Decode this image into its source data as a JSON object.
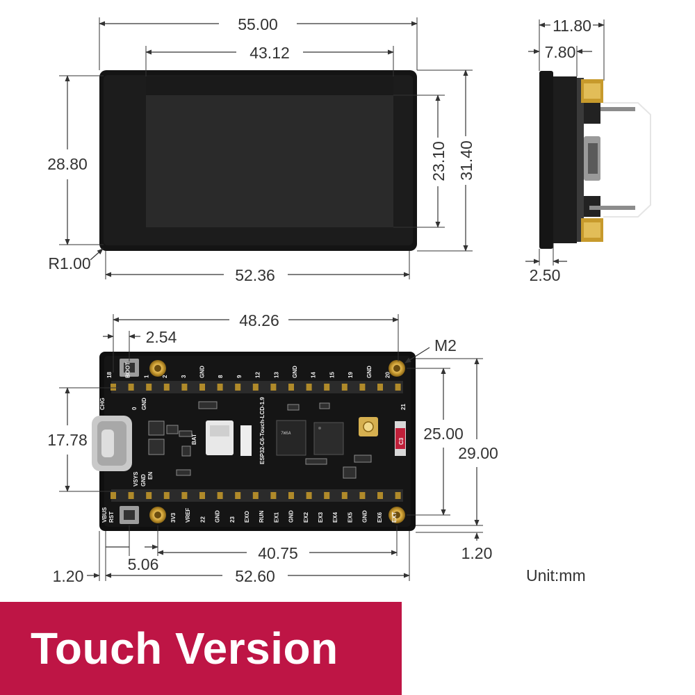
{
  "top_view": {
    "width_outer": "55.00",
    "width_screen": "43.12",
    "height_outer": "31.40",
    "height_inner": "28.80",
    "height_screen": "23.10",
    "width_inner": "52.36",
    "corner_radius": "R1.00"
  },
  "side_view": {
    "depth_total": "11.80",
    "depth_pins": "7.80",
    "depth_panel": "2.50"
  },
  "bottom_view": {
    "pin_span": "48.26",
    "pin_pitch": "2.54",
    "mount_hole": "M2",
    "side_span": "17.78",
    "hole_spacing_v": "25.00",
    "board_height": "29.00",
    "hole_spacing_h": "40.75",
    "hole_offset_left": "5.06",
    "edge_offset_left": "1.20",
    "board_width": "52.60",
    "edge_offset_right": "1.20",
    "board_silkscreen": "ESP32-C6-Touch-LCD-1.9",
    "top_pins": [
      "18",
      "BOOT",
      "1",
      "2",
      "3",
      "GND",
      "8",
      "9",
      "12",
      "13",
      "GND",
      "14",
      "15",
      "19",
      "GND",
      "20"
    ],
    "top_pins_row2": [
      "CHG",
      "0",
      "GND",
      "21"
    ],
    "bottom_pins": [
      "3V3",
      "VREF",
      "22",
      "GND",
      "23",
      "EXO",
      "RUN",
      "EX1",
      "GND",
      "EX2",
      "EX3",
      "EX4",
      "EX5",
      "GND",
      "EX6",
      "EXT"
    ],
    "side_pins": [
      "VSYS",
      "GND",
      "EN",
      "VBUS",
      "RST"
    ],
    "battery_label": "BAT",
    "chip_label": "C3"
  },
  "unit_label": "Unit:mm",
  "banner": {
    "title": "Touch Version"
  },
  "colors": {
    "banner_bg": "#be1545",
    "board": "#111111",
    "screen": "#262626",
    "gold": "#c9a227"
  }
}
